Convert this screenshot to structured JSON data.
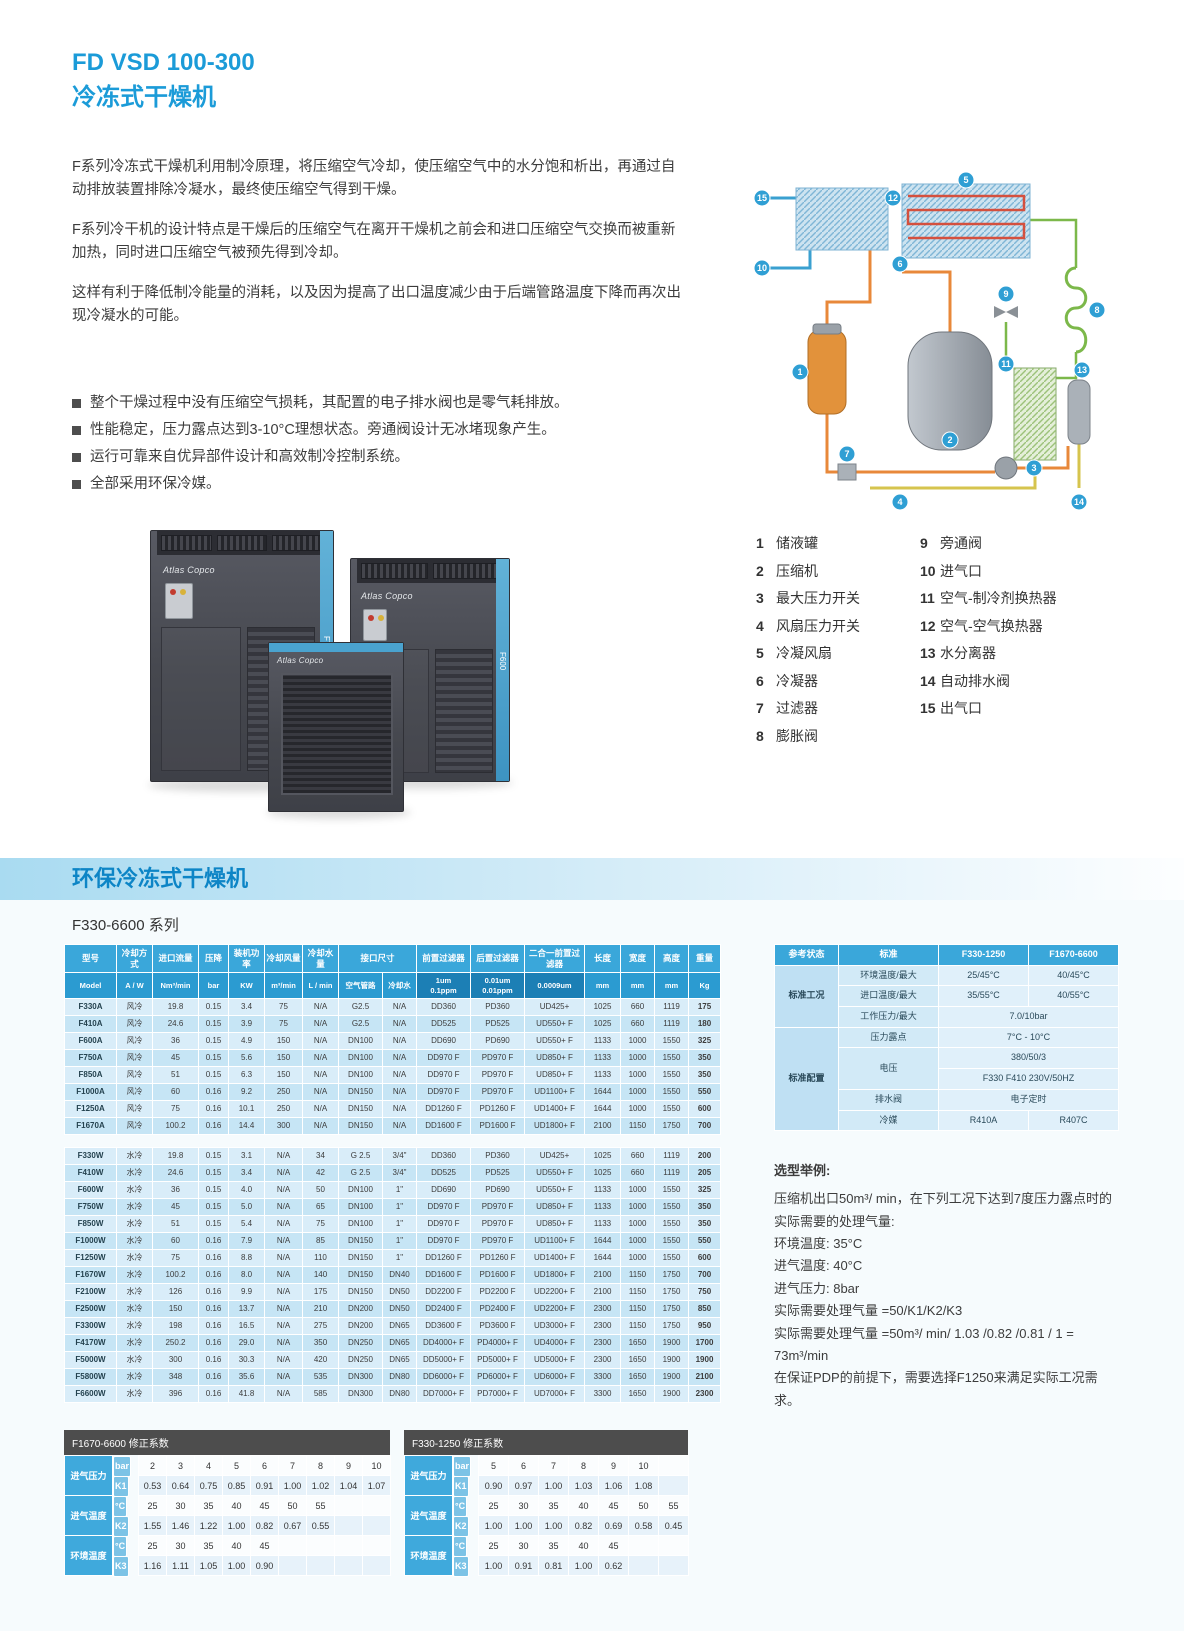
{
  "page": {
    "title1": "FD VSD 100-300",
    "title2": "冷冻式干燥机"
  },
  "intro": {
    "paragraphs": [
      "F系列冷冻式干燥机利用制冷原理，将压缩空气冷却，使压缩空气中的水分饱和析出，再通过自动排放装置排除冷凝水，最终使压缩空气得到干燥。",
      "F系列冷干机的设计特点是干燥后的压缩空气在离开干燥机之前会和进口压缩空气交换而被重新加热，同时进口压缩空气被预先得到冷却。",
      "这样有利于降低制冷能量的消耗，以及因为提高了出口温度减少由于后端管路温度下降而再次出现冷凝水的可能。"
    ],
    "bullets": [
      "整个干燥过程中没有压缩空气损耗，其配置的电子排水阀也是零气耗排放。",
      "性能稳定，压力露点达到3-10°C理想状态。旁通阀设计无冰堵现象产生。",
      "运行可靠来自优异部件设计和高效制冷控制系统。",
      "全部采用环保冷媒。"
    ]
  },
  "legend": {
    "items": [
      {
        "num": "1",
        "label": "储液罐"
      },
      {
        "num": "2",
        "label": "压缩机"
      },
      {
        "num": "3",
        "label": "最大压力开关"
      },
      {
        "num": "4",
        "label": "风扇压力开关"
      },
      {
        "num": "5",
        "label": "冷凝风扇"
      },
      {
        "num": "6",
        "label": "冷凝器"
      },
      {
        "num": "7",
        "label": "过滤器"
      },
      {
        "num": "8",
        "label": "膨胀阀"
      },
      {
        "num": "9",
        "label": "旁通阀"
      },
      {
        "num": "10",
        "label": "进气口"
      },
      {
        "num": "11",
        "label": "空气-制冷剂换热器"
      },
      {
        "num": "12",
        "label": "空气-空气换热器"
      },
      {
        "num": "13",
        "label": "水分离器"
      },
      {
        "num": "14",
        "label": "自动排水阀"
      },
      {
        "num": "15",
        "label": "出气口"
      }
    ]
  },
  "products": {
    "brand": "Atlas Copco",
    "label_left": "F750",
    "label_right": "F600"
  },
  "band": {
    "title": "环保冷冻式干燥机"
  },
  "series": {
    "title": "F330-6600 系列"
  },
  "main_table": {
    "h1": [
      "型号",
      "冷却方式",
      "进口流量",
      "压降",
      "装机功率",
      "冷却风量",
      "冷却水量",
      "接口尺寸",
      "前置过滤器",
      "后置过滤器",
      "二合一前置过滤器",
      "长度",
      "宽度",
      "高度",
      "重量"
    ],
    "h2": [
      "Model",
      "A / W",
      "Nm³/min",
      "bar",
      "KW",
      "m³/min",
      "L / min",
      "空气管路",
      "冷却水",
      "1um\n0.1ppm",
      "0.01um\n0.01ppm",
      "0.0009um",
      "mm",
      "mm",
      "mm",
      "Kg"
    ],
    "air_rows": [
      [
        "F330A",
        "风冷",
        "19.8",
        "0.15",
        "3.4",
        "75",
        "N/A",
        "G2.5",
        "N/A",
        "DD360",
        "PD360",
        "UD425+",
        "1025",
        "660",
        "1119",
        "175"
      ],
      [
        "F410A",
        "风冷",
        "24.6",
        "0.15",
        "3.9",
        "75",
        "N/A",
        "G2.5",
        "N/A",
        "DD525",
        "PD525",
        "UD550+ F",
        "1025",
        "660",
        "1119",
        "180"
      ],
      [
        "F600A",
        "风冷",
        "36",
        "0.15",
        "4.9",
        "150",
        "N/A",
        "DN100",
        "N/A",
        "DD690",
        "PD690",
        "UD550+ F",
        "1133",
        "1000",
        "1550",
        "325"
      ],
      [
        "F750A",
        "风冷",
        "45",
        "0.15",
        "5.6",
        "150",
        "N/A",
        "DN100",
        "N/A",
        "DD970 F",
        "PD970 F",
        "UD850+ F",
        "1133",
        "1000",
        "1550",
        "350"
      ],
      [
        "F850A",
        "风冷",
        "51",
        "0.15",
        "6.3",
        "150",
        "N/A",
        "DN100",
        "N/A",
        "DD970 F",
        "PD970 F",
        "UD850+ F",
        "1133",
        "1000",
        "1550",
        "350"
      ],
      [
        "F1000A",
        "风冷",
        "60",
        "0.16",
        "9.2",
        "250",
        "N/A",
        "DN150",
        "N/A",
        "DD970 F",
        "PD970 F",
        "UD1100+ F",
        "1644",
        "1000",
        "1550",
        "550"
      ],
      [
        "F1250A",
        "风冷",
        "75",
        "0.16",
        "10.1",
        "250",
        "N/A",
        "DN150",
        "N/A",
        "DD1260 F",
        "PD1260 F",
        "UD1400+ F",
        "1644",
        "1000",
        "1550",
        "600"
      ],
      [
        "F1670A",
        "风冷",
        "100.2",
        "0.16",
        "14.4",
        "300",
        "N/A",
        "DN150",
        "N/A",
        "DD1600 F",
        "PD1600 F",
        "UD1800+ F",
        "2100",
        "1150",
        "1750",
        "700"
      ]
    ],
    "water_rows": [
      [
        "F330W",
        "水冷",
        "19.8",
        "0.15",
        "3.1",
        "N/A",
        "34",
        "G 2.5",
        "3/4\"",
        "DD360",
        "PD360",
        "UD425+",
        "1025",
        "660",
        "1119",
        "200"
      ],
      [
        "F410W",
        "水冷",
        "24.6",
        "0.15",
        "3.4",
        "N/A",
        "42",
        "G 2.5",
        "3/4\"",
        "DD525",
        "PD525",
        "UD550+ F",
        "1025",
        "660",
        "1119",
        "205"
      ],
      [
        "F600W",
        "水冷",
        "36",
        "0.15",
        "4.0",
        "N/A",
        "50",
        "DN100",
        "1\"",
        "DD690",
        "PD690",
        "UD550+ F",
        "1133",
        "1000",
        "1550",
        "325"
      ],
      [
        "F750W",
        "水冷",
        "45",
        "0.15",
        "5.0",
        "N/A",
        "65",
        "DN100",
        "1\"",
        "DD970 F",
        "PD970 F",
        "UD850+ F",
        "1133",
        "1000",
        "1550",
        "350"
      ],
      [
        "F850W",
        "水冷",
        "51",
        "0.15",
        "5.4",
        "N/A",
        "75",
        "DN100",
        "1\"",
        "DD970 F",
        "PD970 F",
        "UD850+ F",
        "1133",
        "1000",
        "1550",
        "350"
      ],
      [
        "F1000W",
        "水冷",
        "60",
        "0.16",
        "7.9",
        "N/A",
        "85",
        "DN150",
        "1\"",
        "DD970 F",
        "PD970 F",
        "UD1100+ F",
        "1644",
        "1000",
        "1550",
        "550"
      ],
      [
        "F1250W",
        "水冷",
        "75",
        "0.16",
        "8.8",
        "N/A",
        "110",
        "DN150",
        "1\"",
        "DD1260 F",
        "PD1260 F",
        "UD1400+ F",
        "1644",
        "1000",
        "1550",
        "600"
      ],
      [
        "F1670W",
        "水冷",
        "100.2",
        "0.16",
        "8.0",
        "N/A",
        "140",
        "DN150",
        "DN40",
        "DD1600 F",
        "PD1600 F",
        "UD1800+ F",
        "2100",
        "1150",
        "1750",
        "700"
      ],
      [
        "F2100W",
        "水冷",
        "126",
        "0.16",
        "9.9",
        "N/A",
        "175",
        "DN150",
        "DN50",
        "DD2200 F",
        "PD2200 F",
        "UD2200+ F",
        "2100",
        "1150",
        "1750",
        "750"
      ],
      [
        "F2500W",
        "水冷",
        "150",
        "0.16",
        "13.7",
        "N/A",
        "210",
        "DN200",
        "DN50",
        "DD2400 F",
        "PD2400 F",
        "UD2200+ F",
        "2300",
        "1150",
        "1750",
        "850"
      ],
      [
        "F3300W",
        "水冷",
        "198",
        "0.16",
        "16.5",
        "N/A",
        "275",
        "DN200",
        "DN65",
        "DD3600 F",
        "PD3600 F",
        "UD3000+ F",
        "2300",
        "1150",
        "1750",
        "950"
      ],
      [
        "F4170W",
        "水冷",
        "250.2",
        "0.16",
        "29.0",
        "N/A",
        "350",
        "DN250",
        "DN65",
        "DD4000+ F",
        "PD4000+ F",
        "UD4000+ F",
        "2300",
        "1650",
        "1900",
        "1700"
      ],
      [
        "F5000W",
        "水冷",
        "300",
        "0.16",
        "30.3",
        "N/A",
        "420",
        "DN250",
        "DN65",
        "DD5000+ F",
        "PD5000+ F",
        "UD5000+ F",
        "2300",
        "1650",
        "1900",
        "1900"
      ],
      [
        "F5800W",
        "水冷",
        "348",
        "0.16",
        "35.6",
        "N/A",
        "535",
        "DN300",
        "DN80",
        "DD6000+ F",
        "PD6000+ F",
        "UD6000+ F",
        "3300",
        "1650",
        "1900",
        "2100"
      ],
      [
        "F6600W",
        "水冷",
        "396",
        "0.16",
        "41.8",
        "N/A",
        "585",
        "DN300",
        "DN80",
        "DD7000+ F",
        "PD7000+ F",
        "UD7000+ F",
        "3300",
        "1650",
        "1900",
        "2300"
      ]
    ]
  },
  "ref_table": {
    "header": [
      "参考状态",
      "标准",
      "F330-1250",
      "F1670-6600"
    ],
    "rows": [
      [
        {
          "t": "标准工况",
          "rs": 3,
          "cls": "grp"
        },
        {
          "t": "环境温度/最大",
          "cls": "lbl"
        },
        "25/45°C",
        "40/45°C"
      ],
      [
        {
          "t": "进口温度/最大",
          "cls": "lbl"
        },
        "35/55°C",
        "40/55°C"
      ],
      [
        {
          "t": "工作压力/最大",
          "cls": "lbl"
        },
        {
          "t": "7.0/10bar",
          "cs": 2
        }
      ],
      [
        {
          "t": "标准配置",
          "rs": 5,
          "cls": "grp"
        },
        {
          "t": "压力露点",
          "cls": "lbl"
        },
        {
          "t": "7°C - 10°C",
          "cs": 2
        }
      ],
      [
        {
          "t": "电压",
          "rs": 2,
          "cls": "lbl"
        },
        {
          "t": "380/50/3",
          "cs": 2
        }
      ],
      [
        {
          "t": "F330 F410 230V/50HZ",
          "cs": 2
        }
      ],
      [
        {
          "t": "排水阀",
          "cls": "lbl"
        },
        {
          "t": "电子定时",
          "cs": 2
        }
      ],
      [
        {
          "t": "冷媒",
          "cls": "lbl"
        },
        "R410A",
        "R407C"
      ]
    ]
  },
  "example": {
    "title": "选型举例:",
    "lines": [
      "压缩机出口50m³/ min，在下列工况下达到7度压力露点时的",
      "实际需要的处理气量:",
      "环境温度: 35°C",
      "进气温度: 40°C",
      "进气压力: 8bar",
      "实际需要处理气量 =50/K1/K2/K3",
      "实际需要处理气量 =50m³/ min/ 1.03 /0.82 /0.81 / 1 = 73m³/min",
      "在保证PDP的前提下，需要选择F1250来满足实际工况需求。"
    ]
  },
  "corr_left": {
    "title": "F1670-6600 修正系数",
    "rows": [
      [
        {
          "t": "进气压力",
          "rs": 2,
          "cls": "lbl"
        },
        {
          "t": "bar",
          "cls": "unit"
        },
        "2",
        "3",
        "4",
        "5",
        "6",
        "7",
        "8",
        "9",
        "10"
      ],
      [
        {
          "t": "K1",
          "cls": "unit"
        },
        "0.53",
        "0.64",
        "0.75",
        "0.85",
        "0.91",
        "1.00",
        "1.02",
        "1.04",
        "1.07"
      ],
      [
        {
          "t": "进气温度",
          "rs": 2,
          "cls": "lbl"
        },
        {
          "t": "°C",
          "cls": "unit"
        },
        "25",
        "30",
        "35",
        "40",
        "45",
        "50",
        "55",
        "",
        ""
      ],
      [
        {
          "t": "K2",
          "cls": "unit"
        },
        "1.55",
        "1.46",
        "1.22",
        "1.00",
        "0.82",
        "0.67",
        "0.55",
        "",
        ""
      ],
      [
        {
          "t": "环境温度",
          "rs": 2,
          "cls": "lbl"
        },
        {
          "t": "°C",
          "cls": "unit"
        },
        "25",
        "30",
        "35",
        "40",
        "45",
        "",
        "",
        "",
        ""
      ],
      [
        {
          "t": "K3",
          "cls": "unit"
        },
        "1.16",
        "1.11",
        "1.05",
        "1.00",
        "0.90",
        "",
        "",
        "",
        ""
      ]
    ]
  },
  "corr_right": {
    "title": "F330-1250 修正系数",
    "rows": [
      [
        {
          "t": "进气压力",
          "rs": 2,
          "cls": "lbl"
        },
        {
          "t": "bar",
          "cls": "unit"
        },
        "5",
        "6",
        "7",
        "8",
        "9",
        "10",
        ""
      ],
      [
        {
          "t": "K1",
          "cls": "unit"
        },
        "0.90",
        "0.97",
        "1.00",
        "1.03",
        "1.06",
        "1.08",
        ""
      ],
      [
        {
          "t": "进气温度",
          "rs": 2,
          "cls": "lbl"
        },
        {
          "t": "°C",
          "cls": "unit"
        },
        "25",
        "30",
        "35",
        "40",
        "45",
        "50",
        "55"
      ],
      [
        {
          "t": "K2",
          "cls": "unit"
        },
        "1.00",
        "1.00",
        "1.00",
        "0.82",
        "0.69",
        "0.58",
        "0.45"
      ],
      [
        {
          "t": "环境温度",
          "rs": 2,
          "cls": "lbl"
        },
        {
          "t": "°C",
          "cls": "unit"
        },
        "25",
        "30",
        "35",
        "40",
        "45",
        "",
        ""
      ],
      [
        {
          "t": "K3",
          "cls": "unit"
        },
        "1.00",
        "0.91",
        "0.81",
        "1.00",
        "0.62",
        "",
        ""
      ]
    ]
  }
}
